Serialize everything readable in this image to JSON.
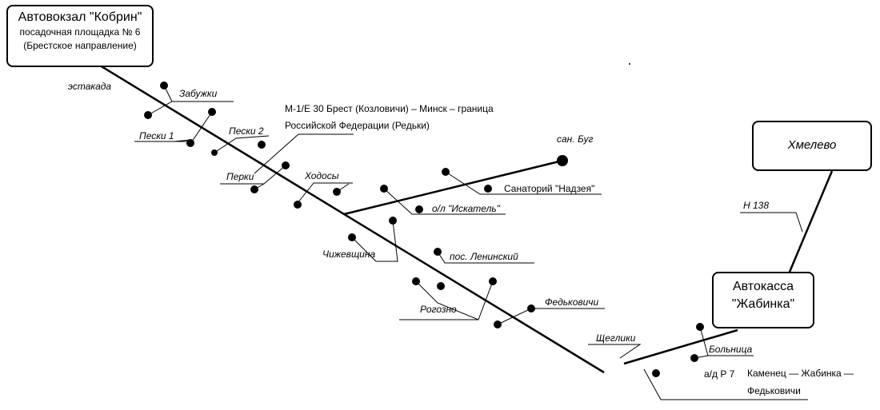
{
  "terminals": {
    "kobrin": {
      "title": "Автовокзал \"Кобрин\"",
      "platform": "посадочная площадка № 6",
      "direction": "(Брестское направление)"
    },
    "khmelevo": {
      "title": "Хмелево"
    },
    "zhabinka": {
      "line1": "Автокасса",
      "line2": "\"Жабинка\""
    }
  },
  "stops": {
    "estakada": "эстакада",
    "zabuzhki": "Забужки",
    "peski1": "Пески 1",
    "peski2": "Пески 2",
    "perki": "Перки",
    "khodosy": "Ходосы",
    "chizhevshchina": "Чижевщина",
    "ol_iskatel": "о/л \"Искатель\"",
    "sanatorium": "Санаторий \"Надзея\"",
    "san_bug": "сан. Буг",
    "pos_leninsky": "пос. Ленинский",
    "rogozno": "Рогозно",
    "fedkovichi": "Федьковичи",
    "shcheglik": "Щеглики",
    "bolnitsa": "Больница"
  },
  "roads": {
    "m1_line1": "М-1/Е 30 Брест (Козловичи) – Минск – граница",
    "m1_line2": "Российской Федерации (Редьки)",
    "h138": "Н 138",
    "r7_prefix": "а/д Р 7",
    "r7_line1": "Каменец — Жабинка —",
    "r7_line2": "Федьковичи"
  },
  "colors": {
    "ink": "#000000",
    "background": "#ffffff"
  }
}
